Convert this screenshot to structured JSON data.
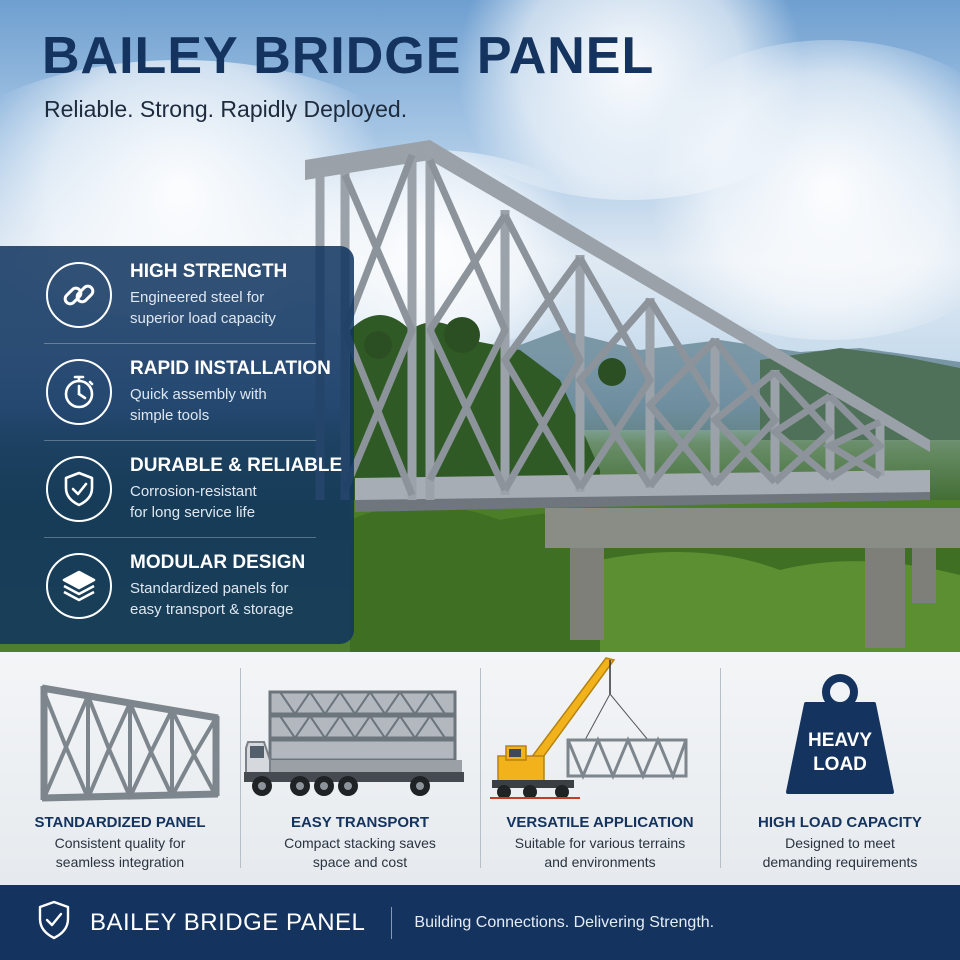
{
  "header": {
    "title": "BAILEY BRIDGE PANEL",
    "subtitle": "Reliable. Strong. Rapidly Deployed."
  },
  "features": [
    {
      "icon": "chain-link-icon",
      "title": "HIGH STRENGTH",
      "desc": "Engineered steel for\nsuperior load capacity"
    },
    {
      "icon": "stopwatch-icon",
      "title": "RAPID INSTALLATION",
      "desc": "Quick assembly with\nsimple tools"
    },
    {
      "icon": "shield-check-icon",
      "title": "DURABLE & RELIABLE",
      "desc": "Corrosion-resistant\nfor long service life"
    },
    {
      "icon": "layers-icon",
      "title": "MODULAR DESIGN",
      "desc": "Standardized panels for\neasy transport & storage"
    }
  ],
  "cards": [
    {
      "image": "truss-panel-image",
      "title": "STANDARDIZED PANEL",
      "desc": "Consistent quality for\nseamless integration"
    },
    {
      "image": "flatbed-truck-image",
      "title": "EASY TRANSPORT",
      "desc": "Compact stacking saves\nspace and cost"
    },
    {
      "image": "crane-lifting-image",
      "title": "VERSATILE APPLICATION",
      "desc": "Suitable for various terrains\nand environments"
    },
    {
      "image": "weight-icon",
      "title": "HIGH LOAD CAPACITY",
      "desc": "Designed to meet\ndemanding requirements",
      "weight_label_1": "HEAVY",
      "weight_label_2": "LOAD"
    }
  ],
  "footer": {
    "icon": "shield-icon",
    "brand": "BAILEY BRIDGE PANEL",
    "tagline": "Building Connections. Delivering Strength."
  },
  "colors": {
    "navy": "#14335e",
    "panel": "#103460",
    "crane": "#f2b21c",
    "steel": "#8a9199"
  }
}
